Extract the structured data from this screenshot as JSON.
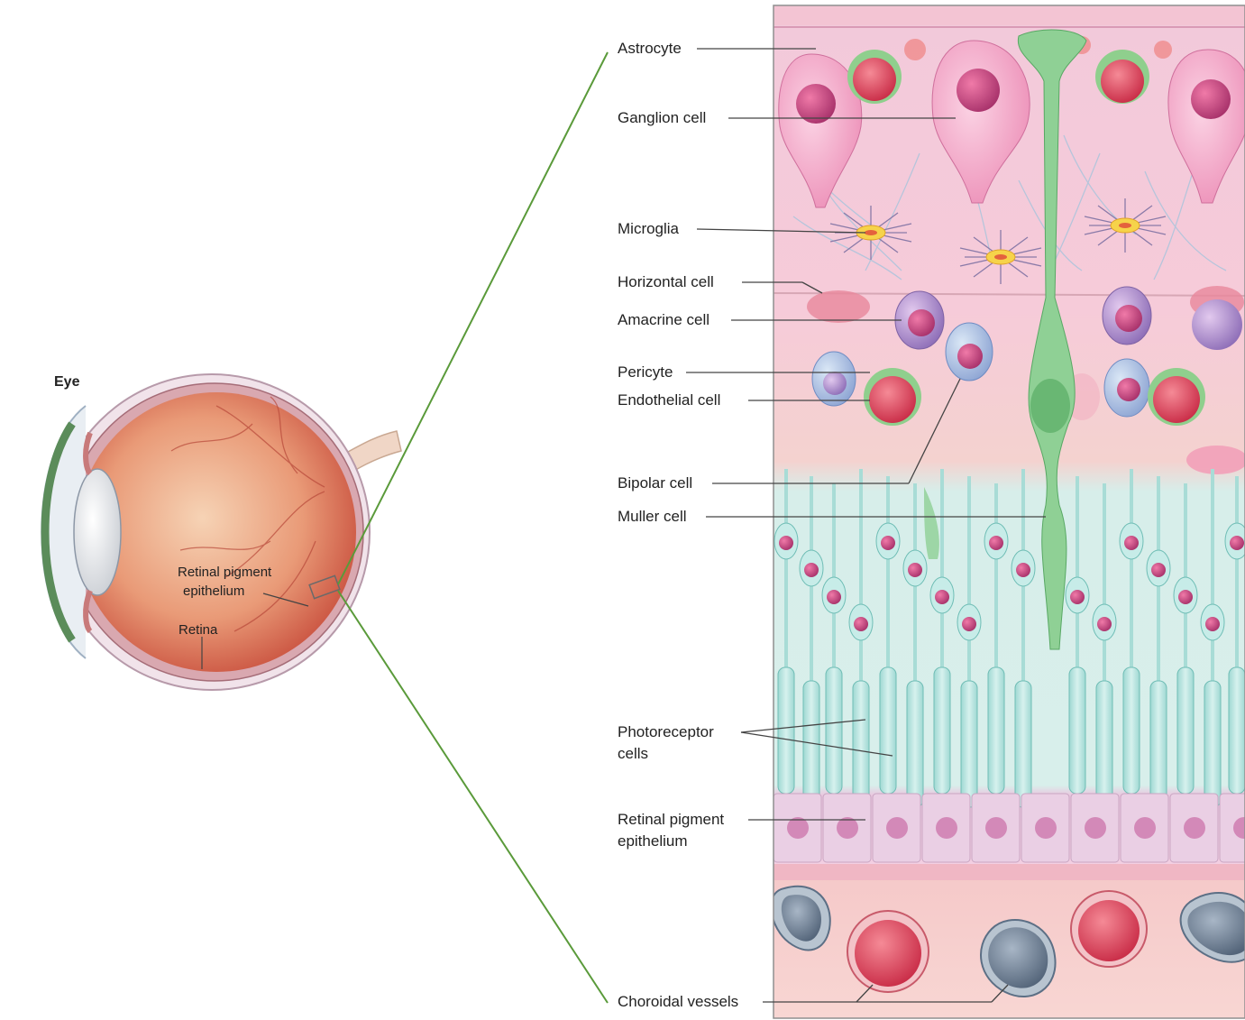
{
  "eye": {
    "title": "Eye",
    "labels": {
      "rpe_line1": "Retinal pigment",
      "rpe_line2": "epithelium",
      "retina": "Retina"
    }
  },
  "retina_labels": {
    "astrocyte": "Astrocyte",
    "ganglion": "Ganglion cell",
    "microglia": "Microglia",
    "horizontal": "Horizontal cell",
    "amacrine": "Amacrine cell",
    "pericyte": "Pericyte",
    "endothelial": "Endothelial cell",
    "bipolar": "Bipolar cell",
    "muller": "Muller cell",
    "photoreceptor_line1": "Photoreceptor",
    "photoreceptor_line2": "cells",
    "rpe_line1": "Retinal pigment",
    "rpe_line2": "epithelium",
    "choroidal": "Choroidal vessels"
  },
  "colors": {
    "zoom_line": "#5a9a3a",
    "muller": "#7fc98a",
    "photoreceptor": "#bfe6e2",
    "ganglion": "#f4a6c6",
    "nucleus": "#c2437f",
    "endothelial": "#e0455f",
    "choroid_vein": "#6e8299",
    "eye_interior": "#d9735a"
  }
}
